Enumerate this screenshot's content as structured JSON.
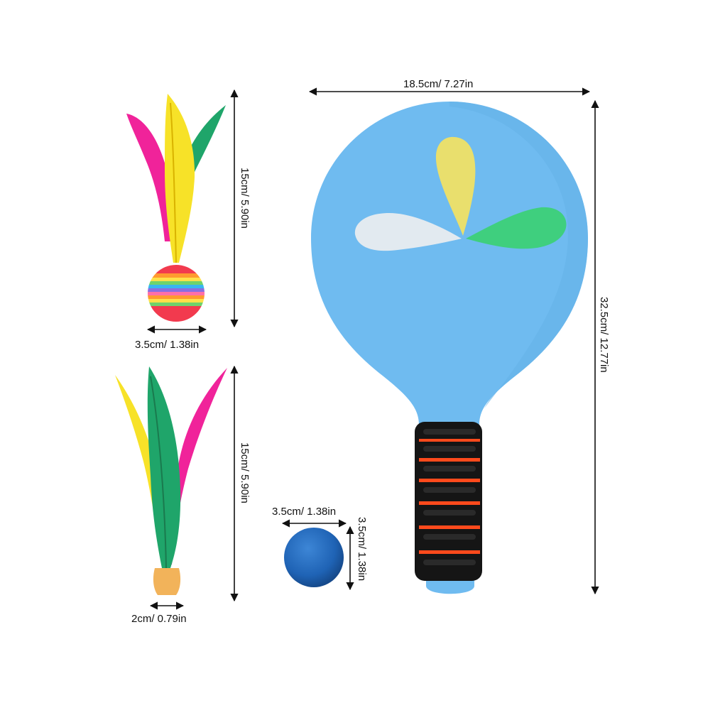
{
  "dimensions": {
    "paddle_width": "18.5cm/ 7.27in",
    "paddle_height": "32.5cm/ 12.77in",
    "shuttle1_height": "15cm/ 5.90in",
    "shuttle1_ball_width": "3.5cm/ 1.38in",
    "shuttle2_height": "15cm/ 5.90in",
    "shuttle2_base_width": "2cm/ 0.79in",
    "ball_width": "3.5cm/ 1.38in",
    "ball_height": "3.5cm/ 1.38in"
  },
  "colors": {
    "paddle_face": "#6fbbf0",
    "paddle_handle_foam": "#151515",
    "paddle_handle_stripe": "#ff4a1c",
    "petal_yellow": "#e9df6d",
    "petal_green": "#3fcf7e",
    "petal_white": "#e2eaf0",
    "feather_pink": "#f0239a",
    "feather_yellow": "#f7e228",
    "feather_green": "#1fa56a",
    "ball_blue": "#1f63b5",
    "shuttle_base": "#f2b35a",
    "dimension_line": "#111111"
  }
}
